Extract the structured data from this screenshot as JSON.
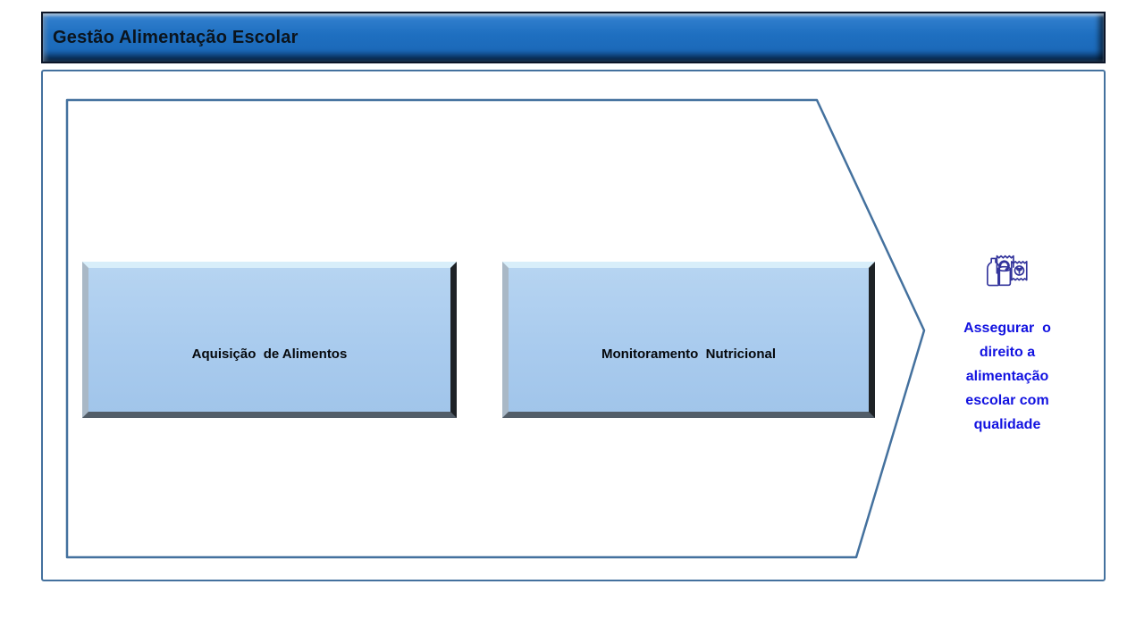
{
  "header": {
    "title": "Gestão Alimentação Escolar"
  },
  "processes": [
    {
      "label": "Aquisição  de Alimentos"
    },
    {
      "label": "Monitoramento  Nutricional"
    }
  ],
  "goal": {
    "icon": "groceries-icon",
    "text": "Assegurar  o\ndireito a\nalimentação\nescolar com\nqualidade"
  },
  "colors": {
    "header_fill": "#1e6fc0",
    "header_border": "#0b1528",
    "header_title_text": "#0b141d",
    "outline_stroke": "#44719e",
    "process_box_fill": "#a9cbee",
    "process_label_text": "#05080c",
    "goal_text": "#1212e0",
    "goal_icon": "#32339b"
  }
}
